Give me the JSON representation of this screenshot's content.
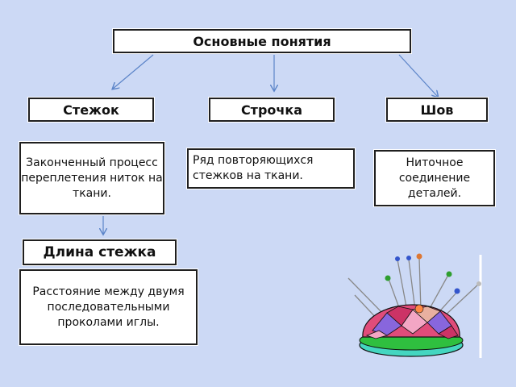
{
  "title": "Основные понятия",
  "concepts": {
    "stezhok": "Стежок",
    "strochka": "Строчка",
    "shov": "Шов",
    "dlina": "Длина стежка"
  },
  "definitions": {
    "stezhok": "Законченный процесс переплетения ниток на ткани.",
    "strochka": "Ряд повторяющихся стежков на ткани.",
    "shov": "Ниточное соединение деталей.",
    "dlina": "Расстояние между двумя последовательными проколами иглы."
  },
  "colors": {
    "background": "#ccd9f5",
    "arrow": "#5b84c8"
  }
}
